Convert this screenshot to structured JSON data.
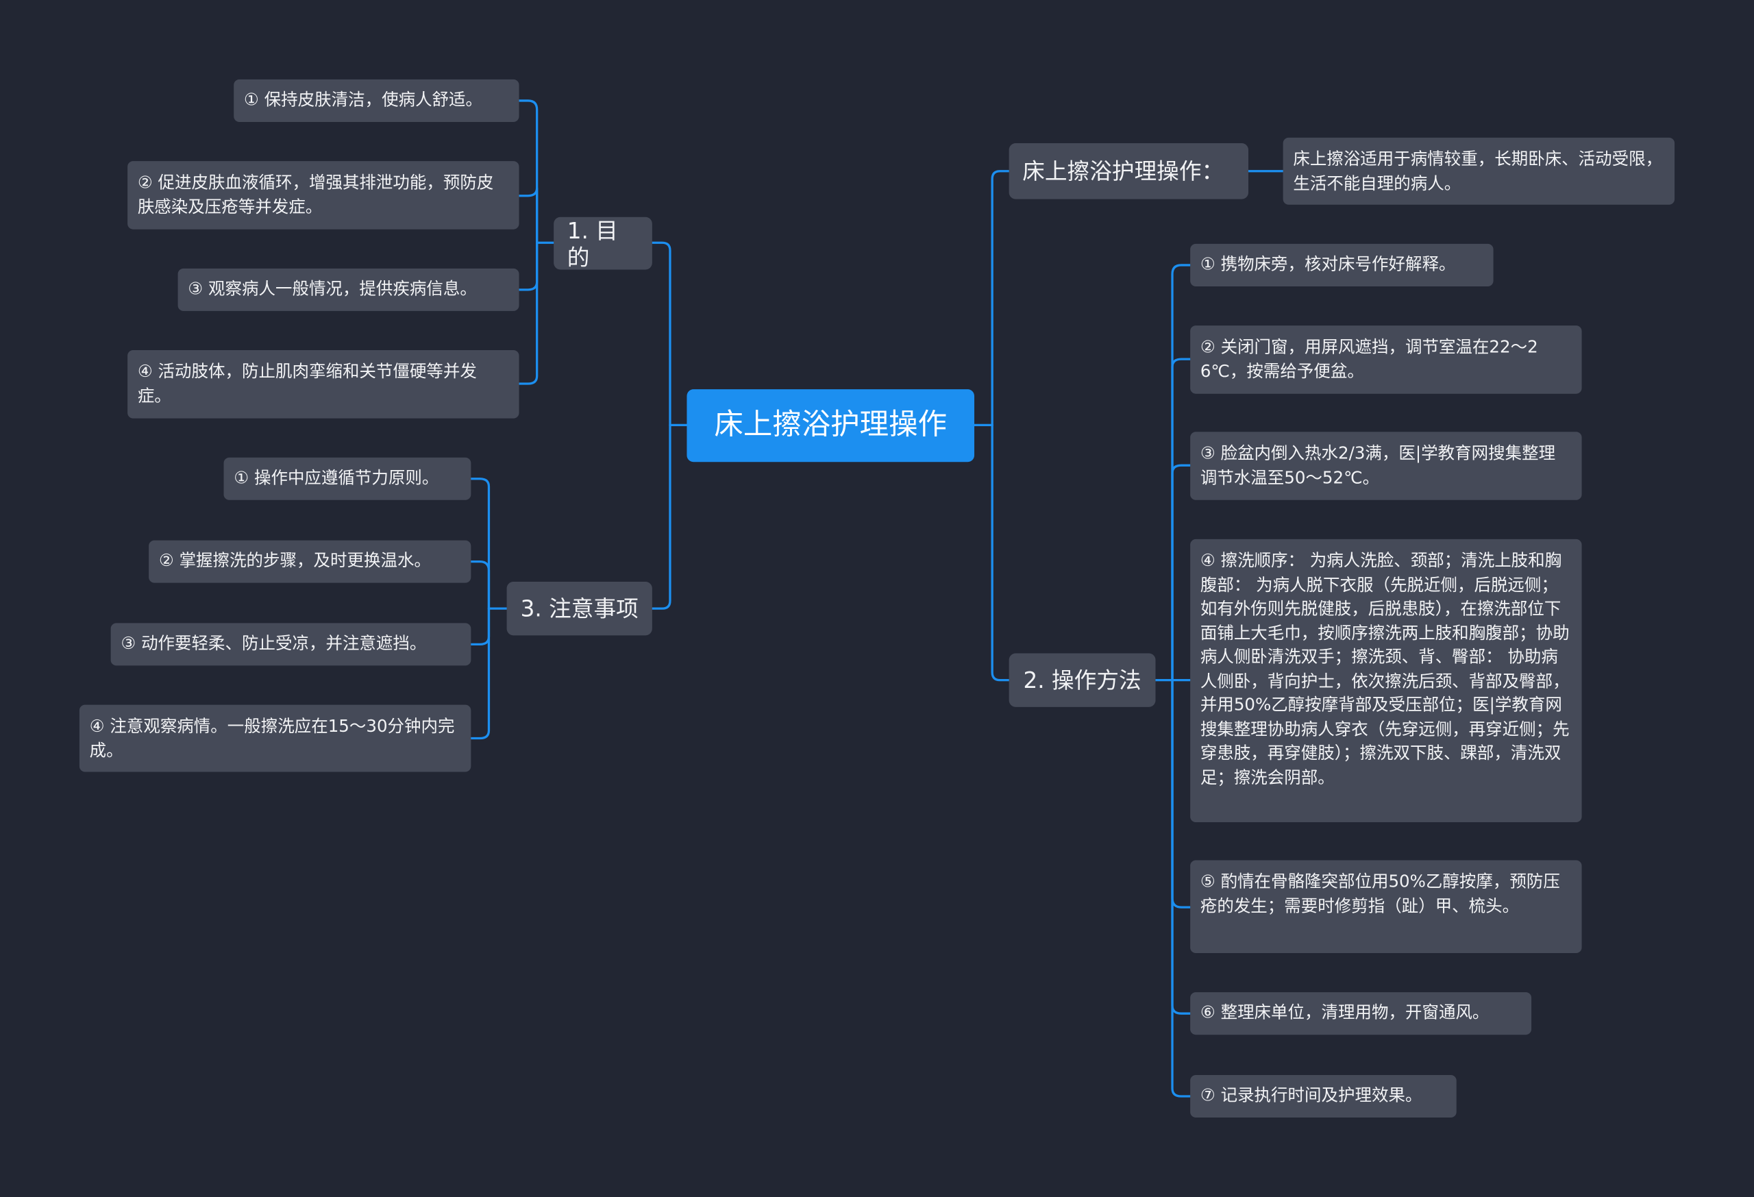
{
  "root": {
    "label": "床上擦浴护理操作"
  },
  "branches": {
    "purpose": {
      "label": "1. 目的",
      "items": [
        "① 保持皮肤清洁，使病人舒适。",
        "② 促进皮肤血液循环，增强其排泄功能，预防皮肤感染及压疮等并发症。",
        "③ 观察病人一般情况，提供疾病信息。",
        "④ 活动肢体，防止肌肉挛缩和关节僵硬等并发症。"
      ]
    },
    "notes": {
      "label": "3. 注意事项",
      "items": [
        "① 操作中应遵循节力原则。",
        "② 掌握擦洗的步骤，及时更换温水。",
        "③ 动作要轻柔、防止受凉，并注意遮挡。",
        "④ 注意观察病情。一般擦洗应在15～30分钟内完成。"
      ]
    },
    "definition": {
      "label": "床上擦浴护理操作：",
      "items": [
        "床上擦浴适用于病情较重，长期卧床、活动受限，生活不能自理的病人。"
      ]
    },
    "method": {
      "label": "2. 操作方法",
      "items": [
        "① 携物床旁，核对床号作好解释。",
        "② 关闭门窗，用屏风遮挡，调节室温在22～26℃，按需给予便盆。",
        "③ 脸盆内倒入热水2/3满，医|学教育网搜集整理调节水温至50～52℃。",
        "④ 擦洗顺序： 为病人洗脸、颈部；清洗上肢和胸腹部： 为病人脱下衣服（先脱近侧，后脱远侧；如有外伤则先脱健肢，后脱患肢），在擦洗部位下面铺上大毛巾，按顺序擦洗两上肢和胸腹部；协助病人侧卧清洗双手；擦洗颈、背、臀部： 协助病人侧卧，背向护士，依次擦洗后颈、背部及臀部，并用50%乙醇按摩背部及受压部位；医|学教育网搜集整理协助病人穿衣（先穿远侧，再穿近侧；先穿患肢，再穿健肢）；擦洗双下肢、踝部，清洗双足；擦洗会阴部。",
        "⑤ 酌情在骨骼隆突部位用50%乙醇按摩，预防压疮的发生；需要时修剪指（趾）甲、梳头。",
        "⑥ 整理床单位，清理用物，开窗通风。",
        "⑦ 记录执行时间及护理效果。"
      ]
    }
  },
  "colors": {
    "background": "#222633",
    "node": "#454a58",
    "root": "#1c8ff0",
    "edge": "#1c8ff0",
    "text": "#f2f3f5"
  }
}
